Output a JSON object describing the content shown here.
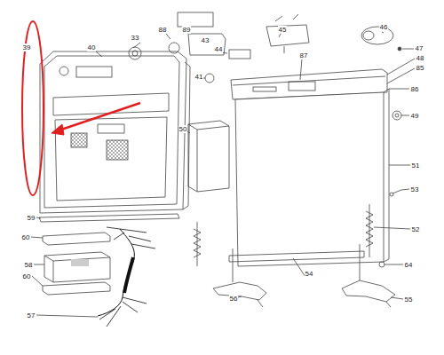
{
  "diagram": {
    "labels": [
      "39",
      "40",
      "88",
      "89",
      "43",
      "33",
      "44",
      "45",
      "46",
      "47",
      "48",
      "85",
      "87",
      "41",
      "86",
      "49",
      "50",
      "51",
      "53",
      "52",
      "59",
      "60",
      "58",
      "60",
      "57",
      "56",
      "54",
      "64",
      "55"
    ]
  }
}
